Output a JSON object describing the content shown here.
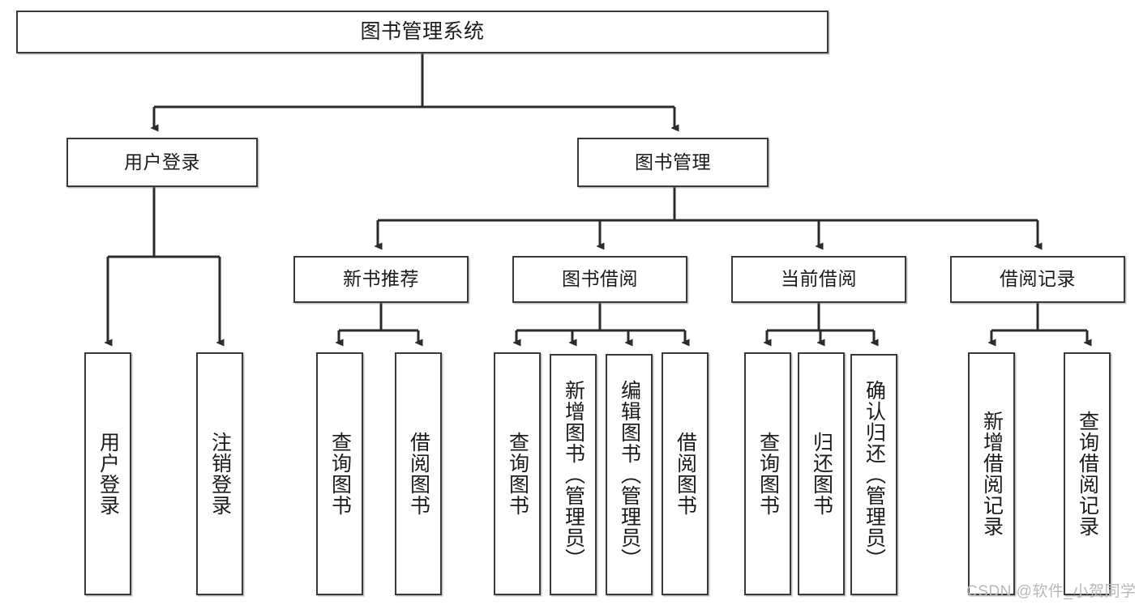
{
  "diagram": {
    "title": "图书管理系统",
    "type": "tree-hierarchy-diagram",
    "colors": {
      "box_border": "#3a3a3a",
      "box_fill": "#ffffff",
      "connector": "#2b2b2b",
      "text": "#1b1b1b",
      "watermark": "#b9b9b9",
      "background": "#ffffff"
    },
    "root": {
      "label": "图书管理系统"
    },
    "level1": [
      {
        "label": "用户登录"
      },
      {
        "label": "图书管理"
      }
    ],
    "level2": [
      {
        "label": "新书推荐"
      },
      {
        "label": "图书借阅"
      },
      {
        "label": "当前借阅"
      },
      {
        "label": "借阅记录"
      }
    ],
    "leaves": {
      "user_login": [
        {
          "label": "用户登录"
        },
        {
          "label": "注销登录"
        }
      ],
      "new_book_recommend": [
        {
          "label": "查询图书"
        },
        {
          "label": "借阅图书"
        }
      ],
      "book_borrow": [
        {
          "label": "查询图书"
        },
        {
          "label": "新增图书（管理员）"
        },
        {
          "label": "编辑图书（管理员）"
        },
        {
          "label": "借阅图书"
        }
      ],
      "current_borrow": [
        {
          "label": "查询图书"
        },
        {
          "label": "归还图书"
        },
        {
          "label": "确认归还（管理员）"
        }
      ],
      "borrow_record": [
        {
          "label": "新增借阅记录"
        },
        {
          "label": "查询借阅记录"
        }
      ]
    },
    "watermark": "CSDN @软件_小贺同学"
  }
}
